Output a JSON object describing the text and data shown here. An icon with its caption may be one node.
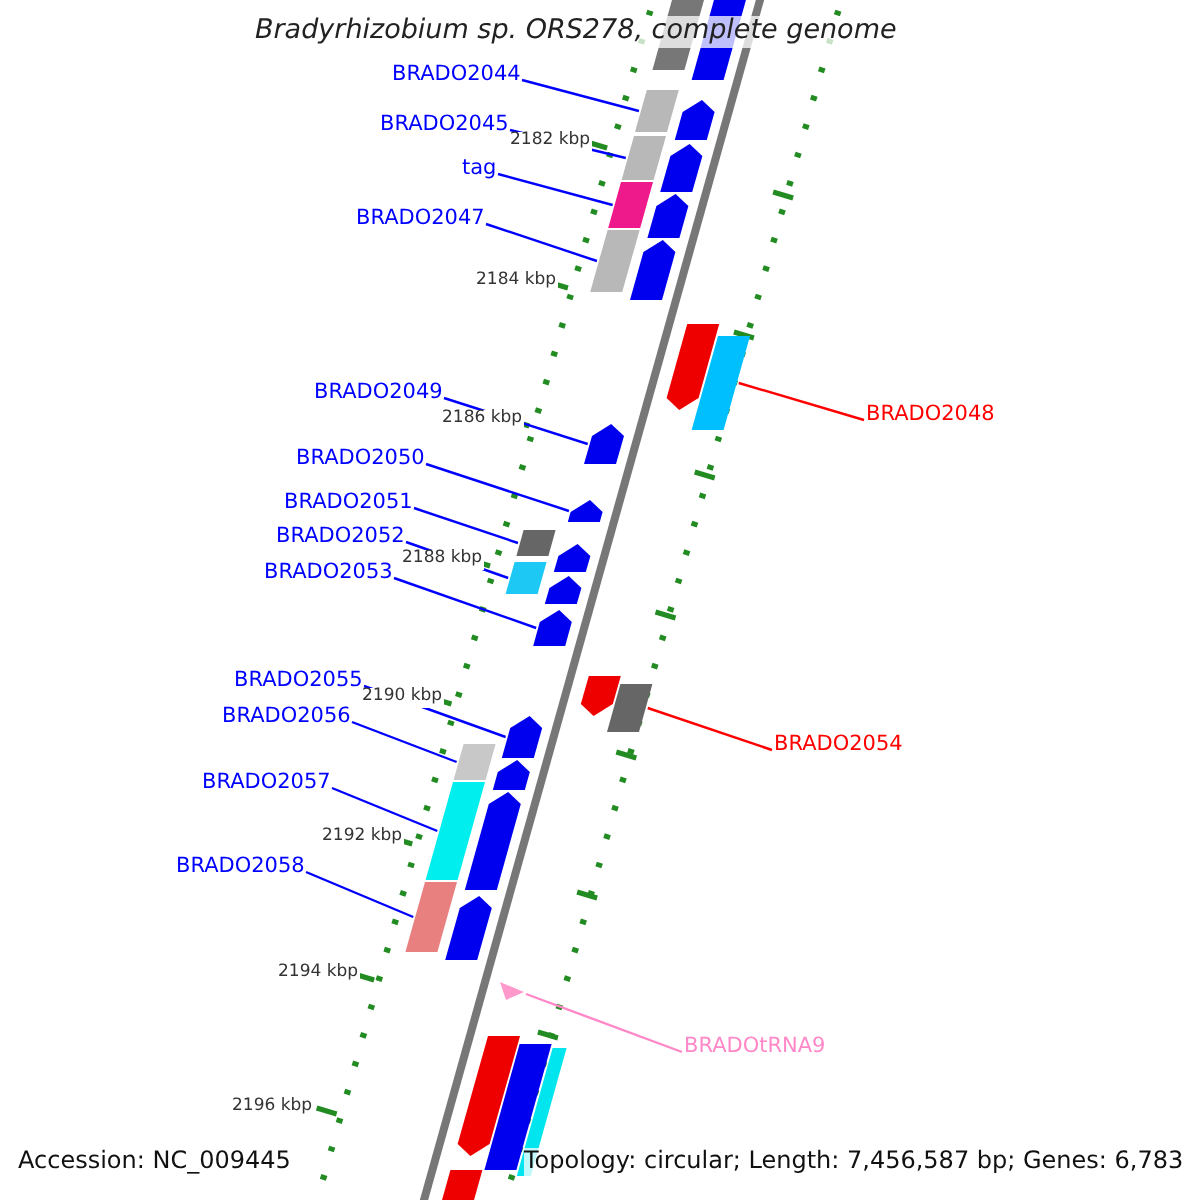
{
  "diagram": {
    "title": "Bradyrhizobium sp. ORS278, complete genome",
    "nodes": [
      {
        "text": [
          "BRADO2044"
        ]
      },
      {
        "text": [],
        "shape": "box"
      },
      {
        "text": [
          "BRADO2045"
        ]
      },
      {
        "text": [],
        "shape": "box"
      },
      {
        "text": [
          "tag"
        ]
      },
      {
        "text": [],
        "shape": "box"
      },
      {
        "text": [
          "BRADO2047"
        ]
      },
      {
        "text": [],
        "shape": "box"
      },
      {
        "text": [
          "BRADO2049"
        ]
      },
      {
        "text": [],
        "shape": "box"
      },
      {
        "text": [
          "BRADO2048"
        ]
      },
      {
        "text": [],
        "shape": "box"
      },
      {
        "text": [
          "BRADO2050"
        ]
      },
      {
        "text": [],
        "shape": "box"
      },
      {
        "text": [
          "BRADO2051"
        ]
      },
      {
        "text": [],
        "shape": "box"
      },
      {
        "text": [
          "BRADO2052"
        ]
      },
      {
        "text": [],
        "shape": "box"
      },
      {
        "text": [
          "BRADO2053"
        ]
      },
      {
        "text": [],
        "shape": "box"
      },
      {
        "text": [
          "BRADO2055"
        ]
      },
      {
        "text": [],
        "shape": "box"
      },
      {
        "text": [
          "BRADO2056"
        ]
      },
      {
        "text": [],
        "shape": "box"
      },
      {
        "text": [
          "BRADO2054"
        ]
      },
      {
        "text": [],
        "shape": "box"
      },
      {
        "text": [
          "BRADO2057"
        ]
      },
      {
        "text": [],
        "shape": "box"
      },
      {
        "text": [
          "BRADO2058"
        ]
      },
      {
        "text": [],
        "shape": "box"
      },
      {
        "text": [
          "BRADOtRNA9"
        ]
      },
      {
        "text": [],
        "shape": "triangle"
      },
      {
        "text": [],
        "shape": "box"
      },
      {
        "text": [],
        "shape": "box"
      },
      {
        "text": [],
        "shape": "box"
      },
      {
        "text": [],
        "shape": "box"
      },
      {
        "text": [],
        "shape": "box"
      },
      {
        "text": [],
        "shape": "box"
      },
      {
        "text": [],
        "shape": "box"
      },
      {
        "text": [],
        "shape": "box"
      },
      {
        "text": [],
        "shape": "box"
      },
      {
        "text": [],
        "shape": "box"
      },
      {
        "text": [],
        "shape": "box"
      },
      {
        "text": [],
        "shape": "box"
      },
      {
        "text": [],
        "shape": "box"
      },
      {
        "text": [],
        "shape": "box"
      },
      {
        "text": [],
        "shape": "box"
      },
      {
        "text": [],
        "shape": "box"
      },
      {
        "text": [],
        "shape": "box"
      }
    ],
    "edges": [
      {
        "from": 0,
        "to": 1,
        "arrow": "none"
      },
      {
        "from": 2,
        "to": 3,
        "arrow": "none"
      },
      {
        "from": 4,
        "to": 5,
        "arrow": "none"
      },
      {
        "from": 6,
        "to": 7,
        "arrow": "none"
      },
      {
        "from": 8,
        "to": 9,
        "arrow": "none"
      },
      {
        "from": 10,
        "to": 11,
        "arrow": "none",
        "color": "#ff0000"
      },
      {
        "from": 12,
        "to": 13,
        "arrow": "none"
      },
      {
        "from": 14,
        "to": 15,
        "arrow": "none"
      },
      {
        "from": 16,
        "to": 17,
        "arrow": "none"
      },
      {
        "from": 18,
        "to": 19,
        "arrow": "none"
      },
      {
        "from": 20,
        "to": 21,
        "arrow": "none"
      },
      {
        "from": 22,
        "to": 23,
        "arrow": "none"
      },
      {
        "from": 24,
        "to": 25,
        "arrow": "none",
        "color": "#ff0000"
      },
      {
        "from": 26,
        "to": 27,
        "arrow": "none"
      },
      {
        "from": 28,
        "to": 29,
        "arrow": "none"
      },
      {
        "from": 30,
        "to": 31,
        "arrow": "none",
        "color": "#ff88c8"
      }
    ],
    "labels": [
      "2182 kbp",
      "2184 kbp",
      "2186 kbp",
      "2188 kbp",
      "2190 kbp",
      "2192 kbp",
      "2194 kbp",
      "2196 kbp",
      "Accession: NC_009445",
      "Topology: circular; Length: 7,456,587 bp; Genes: 6,783"
    ]
  }
}
